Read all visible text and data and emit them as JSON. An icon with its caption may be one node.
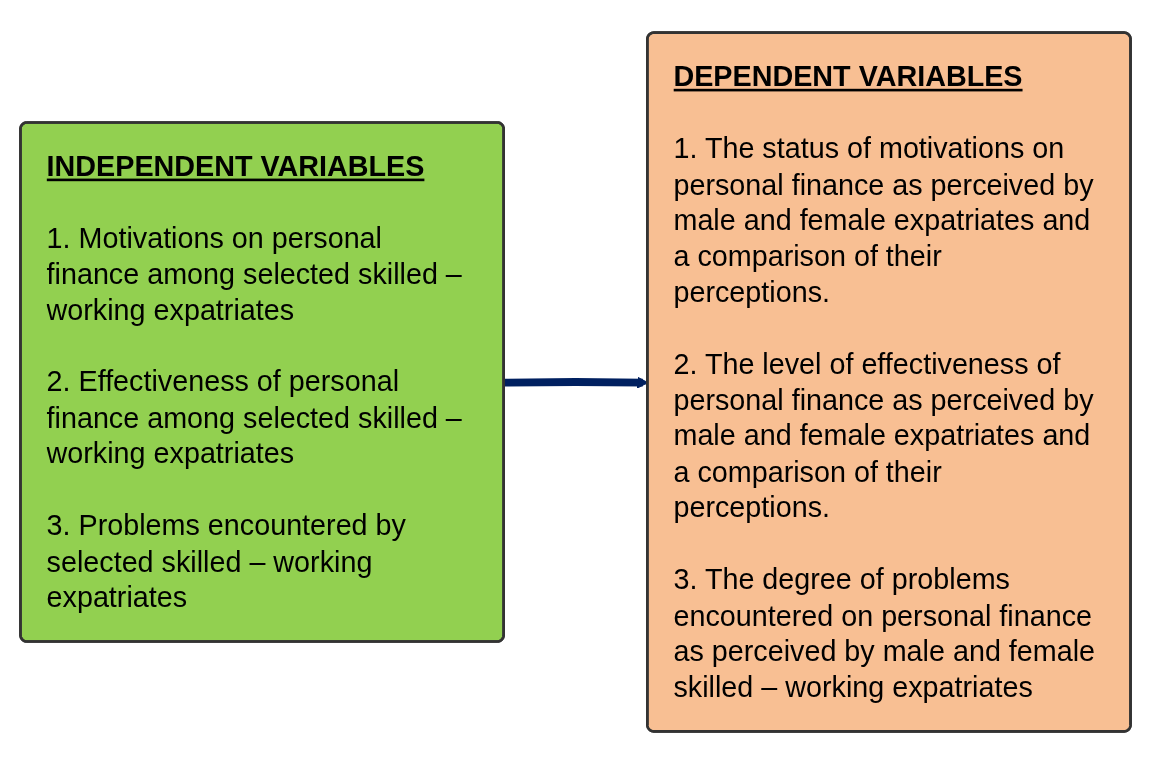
{
  "diagram": {
    "nodes": [
      {
        "text": [
          "INDEPENDENT VARIABLES",
          "1. Motivations on personal finance among selected skilled – working expatriates",
          "2. Effectiveness of personal finance among selected skilled – working expatriates",
          "3. Problems encountered by selected skilled – working expatriates"
        ]
      },
      {
        "text": [
          "DEPENDENT VARIABLES",
          "1. The status of motivations on personal finance as perceived by male and female expatriates and a comparison of their perceptions.",
          "2. The level of effectiveness of personal finance as perceived by male and female expatriates and a comparison of their perceptions.",
          "3. The degree of problems encountered on personal finance as perceived by male and female skilled – working expatriates"
        ]
      }
    ],
    "edges": [
      {
        "from": 0,
        "to": 1,
        "arrow": "to"
      }
    ]
  }
}
